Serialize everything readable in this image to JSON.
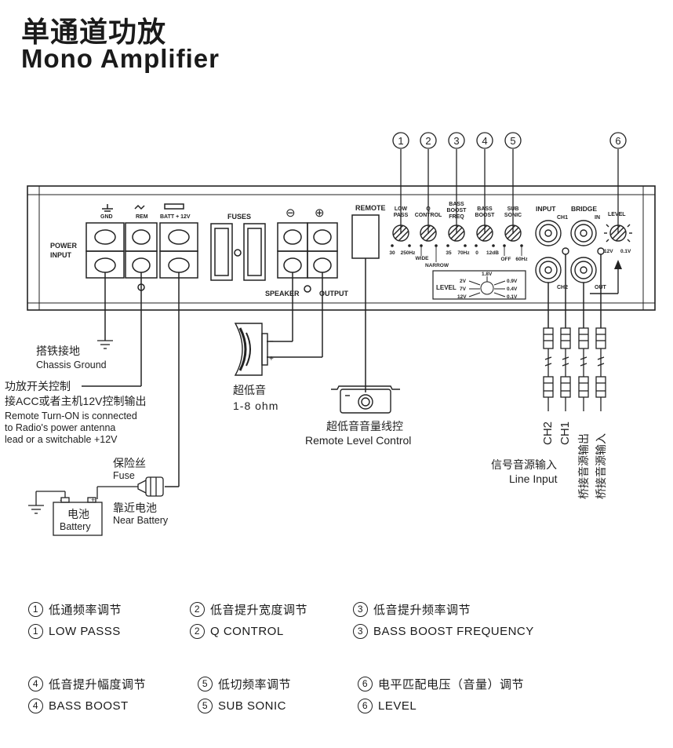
{
  "title": {
    "cn": "单通道功放",
    "en": "Mono Amplifier"
  },
  "callouts": [
    "1",
    "2",
    "3",
    "4",
    "5",
    "6"
  ],
  "panel": {
    "power_input": [
      "POWER",
      "INPUT"
    ],
    "terminals": {
      "gnd": "GND",
      "rem": "REM",
      "batt": "BATT + 12V"
    },
    "fuses": "FUSES",
    "speaker_output": {
      "minus": "⊖",
      "plus": "⊕",
      "speaker": "SPEAKER",
      "output": "OUTPUT"
    },
    "remote": "REMOTE",
    "low_pass": {
      "label": [
        "LOW",
        "PASS"
      ],
      "min": "30",
      "max": "250Hz"
    },
    "q_control": {
      "label": [
        "Q",
        "CONTROL"
      ],
      "wide": "WIDE",
      "narrow": "NARROW"
    },
    "bass_boost_freq": {
      "label": [
        "BASS",
        "BOOST",
        "FREQ"
      ],
      "min": "35",
      "max": "70Hz"
    },
    "bass_boost": {
      "label": [
        "BASS",
        "BOOST"
      ],
      "min": "0",
      "max": "12dB"
    },
    "sub_sonic": {
      "label": [
        "SUB",
        "SONIC"
      ],
      "min": "OFF",
      "max": "60Hz"
    },
    "level_table": {
      "title": "LEVEL",
      "left": [
        "2V",
        "7V",
        "12V"
      ],
      "top": "1.8V",
      "right": [
        "0.9V",
        "0.4V",
        "0.1V"
      ]
    },
    "input": {
      "label": "INPUT",
      "ch1": "CH1",
      "ch2": "CH2"
    },
    "bridge": {
      "label": "BRIDGE",
      "in": "IN",
      "out": "OUT"
    },
    "level_knob": {
      "label": "LEVEL",
      "min": "12V",
      "max": "0.1V"
    }
  },
  "annotations": {
    "chassis_ground": {
      "cn": "搭铁接地",
      "en": "Chassis Ground"
    },
    "remote_turn_on": {
      "cn1": "功放开关控制",
      "cn2": "接ACC或者主机12V控制输出",
      "en": [
        "Remote Turn-ON is connected",
        "to Radio's power antenna",
        "lead or a switchable +12V"
      ]
    },
    "fuse": {
      "cn": "保险丝",
      "en": "Fuse"
    },
    "battery": {
      "cn": "电池",
      "en": "Battery"
    },
    "near_battery": {
      "cn": "靠近电池",
      "en": "Near Battery"
    },
    "subwoofer": {
      "cn": "超低音",
      "en": "1-8 ohm"
    },
    "remote_level": {
      "cn": "超低音音量线控",
      "en": "Remote Level Control"
    },
    "line_input": {
      "cn": "信号音源输入",
      "en": "Line Input"
    },
    "rca_labels": [
      "CH2",
      "CH1",
      "桥接音源输出",
      "桥接音源输入"
    ]
  },
  "legend": [
    {
      "num": "1",
      "cn": "低通频率调节",
      "en": "LOW PASSS"
    },
    {
      "num": "2",
      "cn": "低音提升宽度调节",
      "en": "Q CONTROL"
    },
    {
      "num": "3",
      "cn": "低音提升频率调节",
      "en": "BASS BOOST FREQUENCY"
    },
    {
      "num": "4",
      "cn": "低音提升幅度调节",
      "en": "BASS BOOST"
    },
    {
      "num": "5",
      "cn": "低切频率调节",
      "en": "SUB SONIC"
    },
    {
      "num": "6",
      "cn": "电平匹配电压（音量）调节",
      "en": "LEVEL"
    }
  ]
}
